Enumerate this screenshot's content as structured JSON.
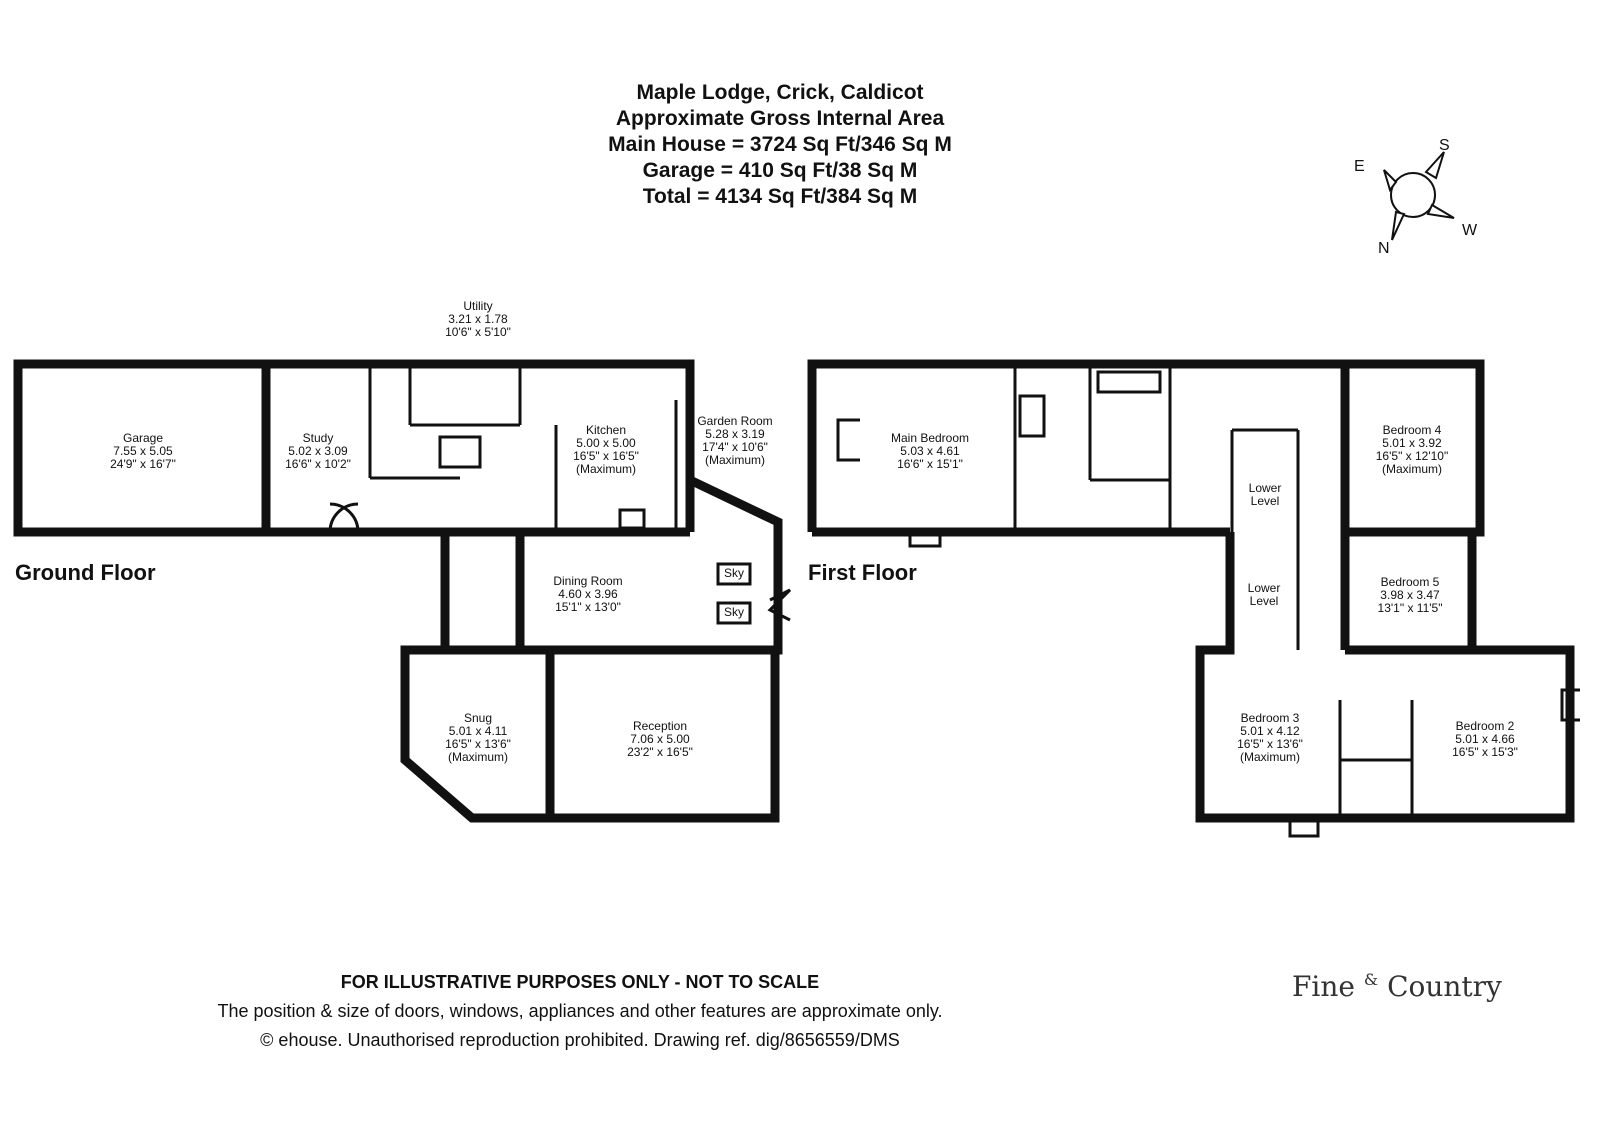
{
  "header": {
    "line1": "Maple Lodge, Crick, Caldicot",
    "line2": "Approximate Gross Internal Area",
    "line3": "Main House = 3724 Sq Ft/346 Sq M",
    "line4": "Garage = 410 Sq Ft/38 Sq M",
    "line5": "Total = 4134 Sq Ft/384 Sq M"
  },
  "compass": {
    "n": "N",
    "s": "S",
    "e": "E",
    "w": "W"
  },
  "floors": {
    "ground": "Ground Floor",
    "first": "First Floor"
  },
  "rooms": {
    "utility": {
      "name": "Utility",
      "m": "3.21 x 1.78",
      "ft": "10'6\" x 5'10\""
    },
    "garage": {
      "name": "Garage",
      "m": "7.55 x 5.05",
      "ft": "24'9\" x 16'7\""
    },
    "study": {
      "name": "Study",
      "m": "5.02 x 3.09",
      "ft": "16'6\" x 10'2\""
    },
    "kitchen": {
      "name": "Kitchen",
      "m": "5.00 x 5.00",
      "ft": "16'5\" x 16'5\"",
      "note": "(Maximum)"
    },
    "garden_room": {
      "name": "Garden Room",
      "m": "5.28 x 3.19",
      "ft": "17'4\" x 10'6\"",
      "note": "(Maximum)"
    },
    "dining": {
      "name": "Dining Room",
      "m": "4.60 x 3.96",
      "ft": "15'1\" x 13'0\""
    },
    "snug": {
      "name": "Snug",
      "m": "5.01 x 4.11",
      "ft": "16'5\" x 13'6\"",
      "note": "(Maximum)"
    },
    "reception": {
      "name": "Reception",
      "m": "7.06 x 5.00",
      "ft": "23'2\" x 16'5\""
    },
    "main_bedroom": {
      "name": "Main Bedroom",
      "m": "5.03 x 4.61",
      "ft": "16'6\" x 15'1\""
    },
    "bedroom4": {
      "name": "Bedroom 4",
      "m": "5.01 x 3.92",
      "ft": "16'5\" x 12'10\"",
      "note": "(Maximum)"
    },
    "bedroom5": {
      "name": "Bedroom 5",
      "m": "3.98 x 3.47",
      "ft": "13'1\" x 11'5\""
    },
    "bedroom3": {
      "name": "Bedroom 3",
      "m": "5.01 x 4.12",
      "ft": "16'5\" x 13'6\"",
      "note": "(Maximum)"
    },
    "bedroom2": {
      "name": "Bedroom 2",
      "m": "5.01 x 4.66",
      "ft": "16'5\" x 15'3\""
    }
  },
  "labels": {
    "sky": "Sky",
    "lower_level_a": "Lower",
    "lower_level_b": "Level"
  },
  "footer": {
    "disclaimer": "FOR ILLUSTRATIVE PURPOSES ONLY - NOT TO SCALE",
    "note": "The position & size of doors, windows, appliances and other features are approximate only.",
    "copyright": "© ehouse. Unauthorised reproduction prohibited. Drawing ref. dig/8656559/DMS"
  },
  "logo": {
    "left": "Fine",
    "amp": "&",
    "right": "Country"
  }
}
